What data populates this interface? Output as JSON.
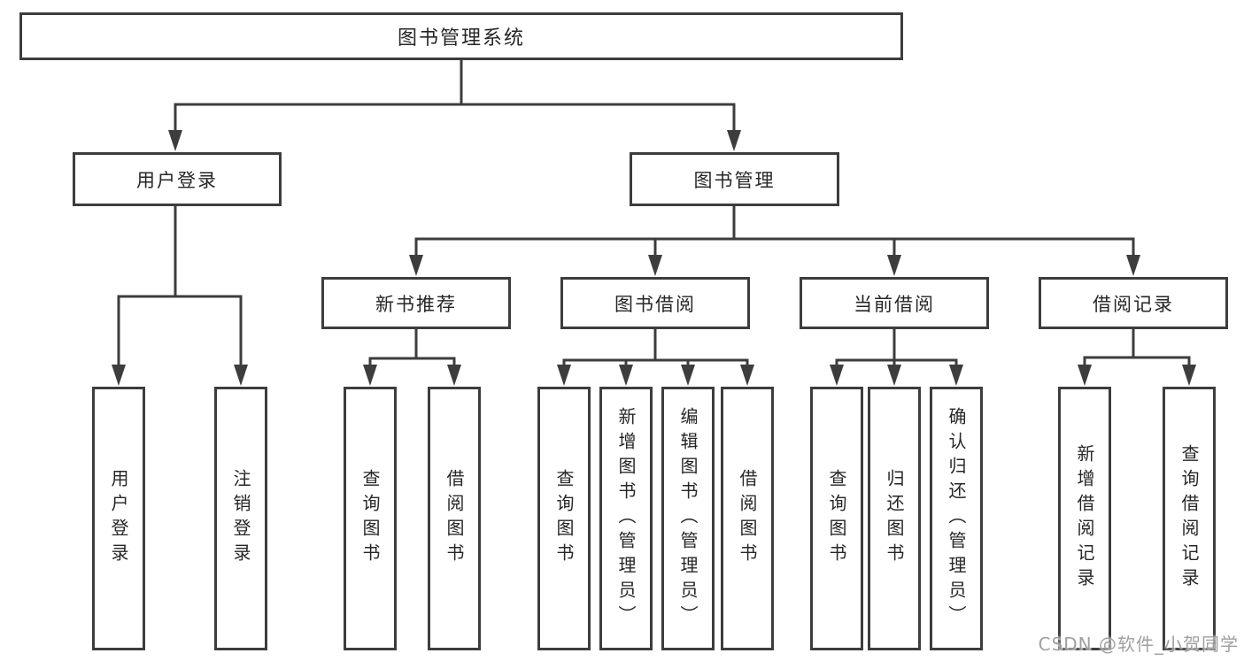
{
  "colors": {
    "line": "#3d3d3d",
    "text": "#262626",
    "watermark_gray": "#9b9b9b",
    "background": "#ffffff"
  },
  "watermark": "CSDN @软件_小贺同学",
  "nodes": {
    "root": {
      "label": "图书管理系统"
    },
    "user_login": {
      "label": "用户登录"
    },
    "book_mgmt": {
      "label": "图书管理"
    },
    "new_book_rec": {
      "label": "新书推荐"
    },
    "book_borrow": {
      "label": "图书借阅"
    },
    "current_borrow": {
      "label": "当前借阅"
    },
    "borrow_records": {
      "label": "借阅记录"
    },
    "leaf_user_login": {
      "label": "用户登录"
    },
    "leaf_logout": {
      "label": "注销登录"
    },
    "leaf_query_book_1": {
      "label": "查询图书"
    },
    "leaf_borrow_book_1": {
      "label": "借阅图书"
    },
    "leaf_query_book_2": {
      "label": "查询图书"
    },
    "leaf_add_book": {
      "label": "新增图书（管理员）"
    },
    "leaf_edit_book": {
      "label": "编辑图书（管理员）"
    },
    "leaf_borrow_book_2": {
      "label": "借阅图书"
    },
    "leaf_query_book_3": {
      "label": "查询图书"
    },
    "leaf_return_book": {
      "label": "归还图书"
    },
    "leaf_confirm_return": {
      "label": "确认归还（管理员）"
    },
    "leaf_add_record": {
      "label": "新增借阅记录"
    },
    "leaf_query_record": {
      "label": "查询借阅记录"
    }
  },
  "edges": [
    [
      "图书管理系统",
      "用户登录"
    ],
    [
      "图书管理系统",
      "图书管理"
    ],
    [
      "用户登录",
      "用户登录"
    ],
    [
      "用户登录",
      "注销登录"
    ],
    [
      "图书管理",
      "新书推荐"
    ],
    [
      "图书管理",
      "图书借阅"
    ],
    [
      "图书管理",
      "当前借阅"
    ],
    [
      "图书管理",
      "借阅记录"
    ],
    [
      "新书推荐",
      "查询图书"
    ],
    [
      "新书推荐",
      "借阅图书"
    ],
    [
      "图书借阅",
      "查询图书"
    ],
    [
      "图书借阅",
      "新增图书（管理员）"
    ],
    [
      "图书借阅",
      "编辑图书（管理员）"
    ],
    [
      "图书借阅",
      "借阅图书"
    ],
    [
      "当前借阅",
      "查询图书"
    ],
    [
      "当前借阅",
      "归还图书"
    ],
    [
      "当前借阅",
      "确认归还（管理员）"
    ],
    [
      "借阅记录",
      "新增借阅记录"
    ],
    [
      "借阅记录",
      "查询借阅记录"
    ]
  ]
}
